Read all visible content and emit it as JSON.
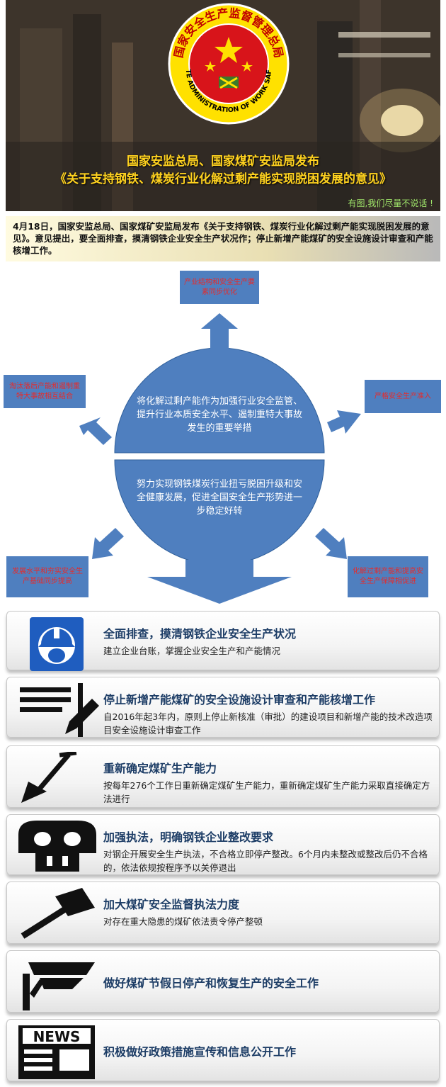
{
  "banner": {
    "seal_ring_text": "国家安全生产监督管理总局",
    "seal_english": "STATE ADMINISTRATION OF WORK SAFETY",
    "title_line1": "国家安监总局、国家煤矿安监局发布",
    "title_line2": "《关于支持钢铁、煤炭行业化解过剩产能实现脱困发展的意见》",
    "watermark": "有图,我们尽量不说话 !"
  },
  "summary": {
    "text": "4月18日，国家安监总局、国家煤矿安监局发布《关于支持钢铁、煤炭行业化解过剩产能实现脱困发展的意见》。意见提出，要全面排查，摸清钢铁企业安全生产状况作；停止新增产能煤矿的安全设施设计审查和产能核增工作。"
  },
  "diagram": {
    "top_box": "产业结构和安全生产要素同步优化",
    "left_box": "淘汰落后产能和遏制重特大事故相互结合",
    "right_box": "严格安全生产准入",
    "bottom_left_box": "发展水平和夯实安全生产基础同步提高",
    "bottom_right_box": "化解过剩产能和提高安全生产保障相促进",
    "circle_top_text": "将化解过剩产能作为加强行业安全监管、提升行业本质安全水平、遏制重特大事故发生的重要举措",
    "circle_bottom_text": "努力实现钢铁煤炭行业扭亏脱困升级和安全健康发展，促进全国安全生产形势进一步稳定好转"
  },
  "colors": {
    "diagram_blue": "#4f7fbf",
    "box_text_red": "#e52b2b",
    "title_gold": "#ffd21f",
    "card_title": "#1d3d66"
  },
  "measures": [
    {
      "icon": "safety-helmet-icon",
      "title": "全面排查，摸清钢铁企业安全生产状况",
      "desc": "建立企业台账，掌握企业安全生产和产能情况"
    },
    {
      "icon": "document-pencil-icon",
      "title": "停止新增产能煤矿的安全设施设计审查和产能核增工作",
      "desc": "自2016年起3年内，原则上停止新核准（审批）的建设项目和新增产能的技术改造项目安全设施设计审查工作"
    },
    {
      "icon": "shovel-icon",
      "title": "重新确定煤矿生产能力",
      "desc": "按每年276个工作日重新确定煤矿生产能力，重新确定煤矿生产能力采取直接确定方法进行"
    },
    {
      "icon": "skull-icon",
      "title": "加强执法，明确钢铁企业整改要求",
      "desc": "对钢企开展安全生产执法，不合格立即停产整改。6个月内未整改或整改后仍不合格的，依法依规按程序予以关停退出"
    },
    {
      "icon": "gavel-icon",
      "title": "加大煤矿安全监督执法力度",
      "desc": "对存在重大隐患的煤矿依法责令停产整顿"
    },
    {
      "icon": "surveillance-camera-icon",
      "title": "做好煤矿节假日停产和恢复生产的安全工作",
      "desc": ""
    },
    {
      "icon": "news-icon",
      "title": "积极做好政策措施宣传和信息公开工作",
      "desc": ""
    }
  ]
}
